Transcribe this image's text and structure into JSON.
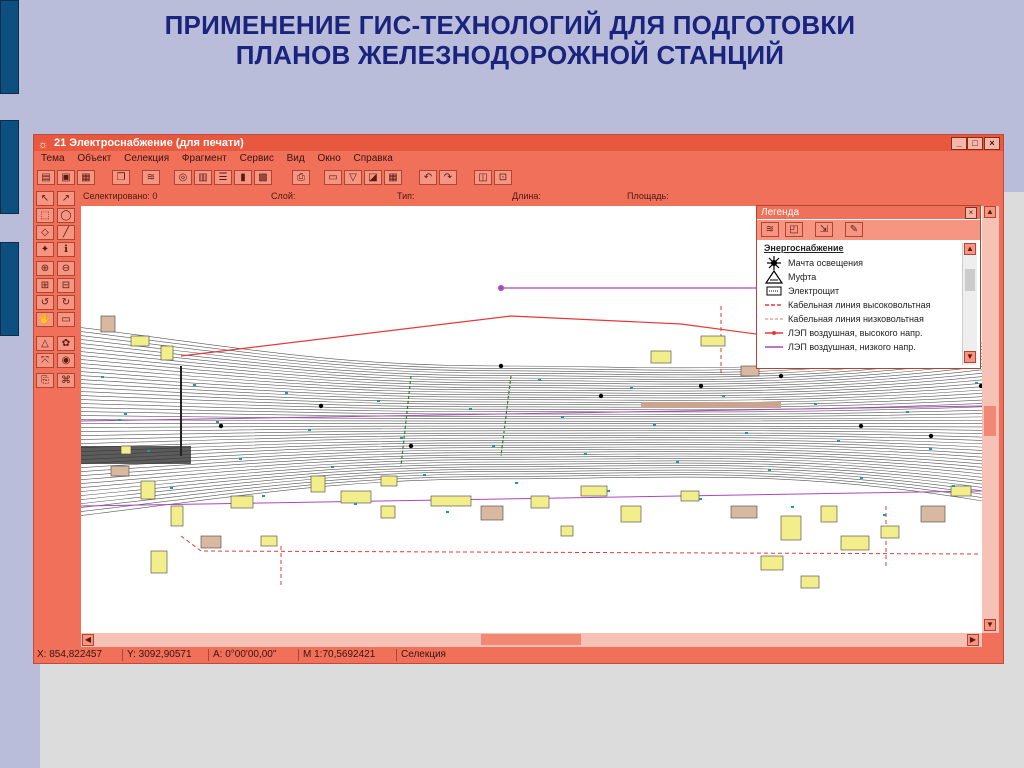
{
  "slide": {
    "title_line1": "ПРИМЕНЕНИЕ ГИС-ТЕХНОЛОГИЙ ДЛЯ ПОДГОТОВКИ",
    "title_line2": "ПЛАНОВ ЖЕЛЕЗНОДОРОЖНОЙ СТАНЦИЙ"
  },
  "window": {
    "title": "21 Электроснабжение (для печати)",
    "minimize": "_",
    "maximize": "□",
    "close": "×"
  },
  "menu": [
    "Тема",
    "Объект",
    "Селекция",
    "Фрагмент",
    "Сервис",
    "Вид",
    "Окно",
    "Справка"
  ],
  "status": {
    "selected": "Селектировано: 0",
    "layer": "Слой:",
    "type": "Тип:",
    "length": "Длина:",
    "area": "Площадь:"
  },
  "legend": {
    "title": "Легенда",
    "close": "×",
    "group": "Энергоснабжение",
    "items": [
      {
        "label": "Мачта освещения",
        "icon": "light-mast-icon"
      },
      {
        "label": "Муфта",
        "icon": "coupling-icon"
      },
      {
        "label": "Электрощит",
        "icon": "switchboard-icon"
      },
      {
        "label": "Кабельная линия высоковольтная",
        "icon": "hv-cable-line",
        "color": "#e53935"
      },
      {
        "label": "Кабельная линия низковольтная",
        "icon": "lv-cable-line",
        "color": "#e57373"
      },
      {
        "label": "ЛЭП воздушная, высокого напр.",
        "icon": "hv-overhead-line",
        "color": "#e53935"
      },
      {
        "label": "ЛЭП воздушная, низкого напр.",
        "icon": "lv-overhead-line",
        "color": "#ab47bc"
      }
    ]
  },
  "coords": {
    "x": "X: 854,822457",
    "y": "Y: 3092,90571",
    "a": "A:   0°00'00,00\"",
    "m": "M 1:70,5692421",
    "mode": "Селекция"
  },
  "colors": {
    "window": "#f0705a",
    "titlebar": "#e8583e",
    "building": "#f2ee8c",
    "building_alt": "#d9b8a0",
    "track": "#555555",
    "title_text": "#1a237e"
  }
}
